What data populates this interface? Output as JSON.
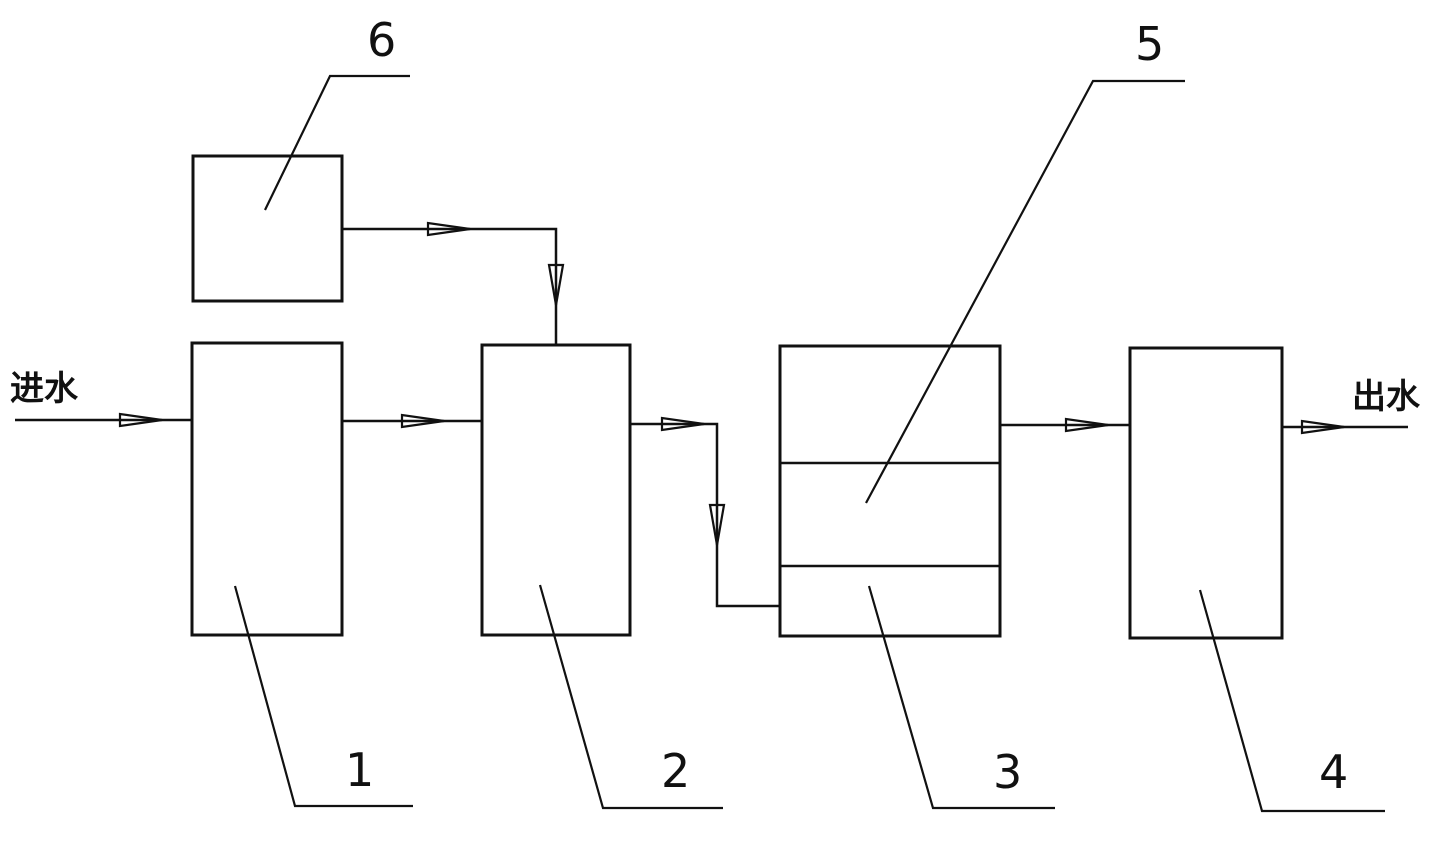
{
  "labels": {
    "inlet": "进水",
    "outlet": "出水"
  },
  "callouts": {
    "c1": "1",
    "c2": "2",
    "c3": "3",
    "c4": "4",
    "c5": "5",
    "c6": "6"
  }
}
